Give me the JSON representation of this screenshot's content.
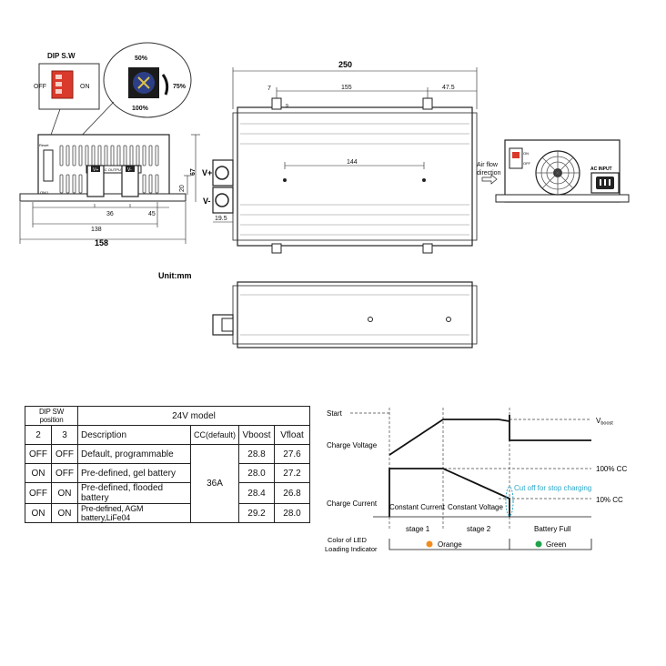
{
  "dimensions": {
    "dip_title": "DIP S.W",
    "dip_off": "OFF",
    "dip_on": "ON",
    "knob_top": "50%",
    "knob_right": "75%",
    "knob_bottom": "100%",
    "front_width": "158",
    "front_dim_138": "138",
    "front_dim_36": "36",
    "front_dim_45": "45",
    "front_height": "67",
    "front_dim_20": "20",
    "front_label_reset": "Reset",
    "front_label_onoff": "ON/1",
    "front_label_output": "DC OUTPUT",
    "front_label_vplus": "V+",
    "front_label_vminus": "V-",
    "top_length": "250",
    "top_dim_7": "7",
    "top_dim_155": "155",
    "top_dim_475": "47.5",
    "top_dim_9": "9",
    "top_dim_144": "144",
    "top_dim_195": "19.5",
    "terminal_plus": "V+",
    "terminal_minus": "V-",
    "airflow": [
      "Air flow",
      "direction"
    ],
    "ac_input": "AC INPUT",
    "switch_on": "ON",
    "switch_off": "OFF",
    "unit": "Unit:mm"
  },
  "table": {
    "header_dip": "DIP SW position",
    "header_model": "24V model",
    "sw2": "2",
    "sw3": "3",
    "col_desc": "Description",
    "col_cc": "CC(default)",
    "col_vboost": "Vboost",
    "col_vfloat": "Vfloat",
    "cc_value": "36A",
    "rows": [
      {
        "sw2": "OFF",
        "sw3": "OFF",
        "desc": "Default, programmable",
        "vboost": "28.8",
        "vfloat": "27.6"
      },
      {
        "sw2": "ON",
        "sw3": "OFF",
        "desc": "Pre-defined, gel battery",
        "vboost": "28.0",
        "vfloat": "27.2"
      },
      {
        "sw2": "OFF",
        "sw3": "ON",
        "desc": "Pre-defined, flooded battery",
        "vboost": "28.4",
        "vfloat": "26.8"
      },
      {
        "sw2": "ON",
        "sw3": "ON",
        "desc": "Pre-defined, AGM battery,LiFe04",
        "vboost": "29.2",
        "vfloat": "28.0"
      }
    ]
  },
  "curve": {
    "start": "Start",
    "charge_voltage": "Charge Voltage",
    "charge_current": "Charge Current",
    "vboost": "V",
    "vboost_sub": "boost",
    "cc100": "100% CC",
    "cc10": "10% CC",
    "cutoff": "Cut off for stop charging",
    "constant_current": "Constant Current",
    "constant_voltage": "Constant Voltage",
    "stage1": "stage 1",
    "stage2": "stage 2",
    "battery_full": "Battery Full",
    "led_title": [
      "Color of LED",
      "Loading Indicator"
    ],
    "orange": "Orange",
    "green": "Green",
    "color_orange": "#f28c1e",
    "color_green": "#1fa34a",
    "color_cutoff": "#2aa7c9"
  }
}
